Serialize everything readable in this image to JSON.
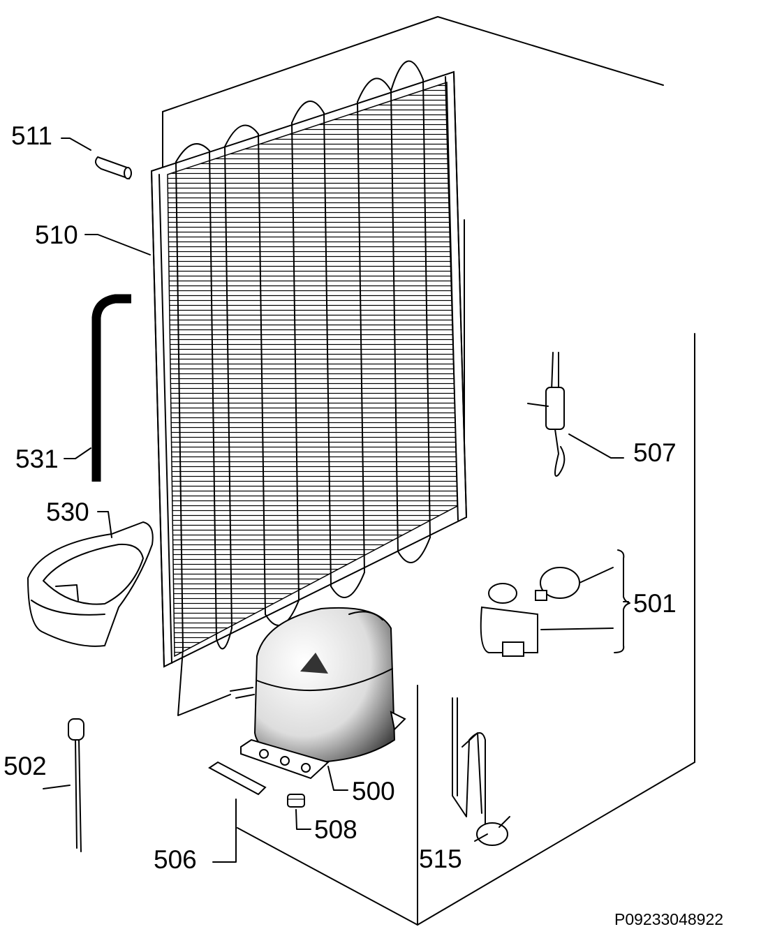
{
  "parts": [
    {
      "id": "p511",
      "number": "511"
    },
    {
      "id": "p510",
      "number": "510"
    },
    {
      "id": "p531",
      "number": "531"
    },
    {
      "id": "p530",
      "number": "530"
    },
    {
      "id": "p502",
      "number": "502"
    },
    {
      "id": "p506",
      "number": "506"
    },
    {
      "id": "p508",
      "number": "508"
    },
    {
      "id": "p500",
      "number": "500"
    },
    {
      "id": "p515",
      "number": "515"
    },
    {
      "id": "p501",
      "number": "501"
    },
    {
      "id": "p507",
      "number": "507"
    }
  ],
  "document_code": "P09233048922"
}
